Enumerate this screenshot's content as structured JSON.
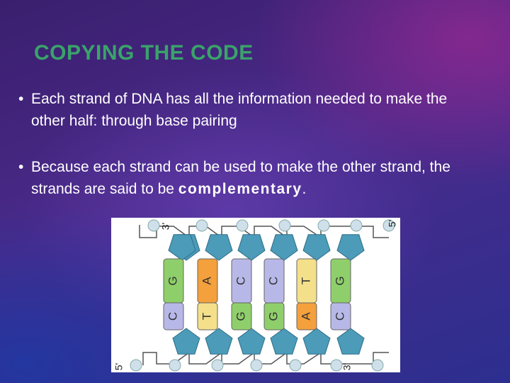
{
  "slide": {
    "title": "COPYING THE CODE",
    "bullet_marker": "•",
    "bullets": [
      {
        "text": "Each strand of DNA has all the information needed to make the other half: through base pairing"
      },
      {
        "text_before": "Because each strand can be used to make the other strand, the strands are said to be ",
        "term": "complementary",
        "text_after": "."
      }
    ]
  },
  "diagram": {
    "top_strand_ends": {
      "left": "3'",
      "right": "5'"
    },
    "bottom_strand_ends": {
      "left": "5'",
      "right": "3'"
    },
    "top_bases": [
      "G",
      "A",
      "C",
      "C",
      "T",
      "G"
    ],
    "bottom_bases": [
      "C",
      "T",
      "G",
      "G",
      "A",
      "C"
    ],
    "colors": {
      "sugar": "#4b9bb9",
      "phosphate": "#cfe0ea",
      "backbone_line": "#555555",
      "base_g": "#8fcf6b",
      "base_c": "#b8b8e8",
      "base_a": "#f4a03c",
      "base_t": "#f4e08a"
    }
  }
}
